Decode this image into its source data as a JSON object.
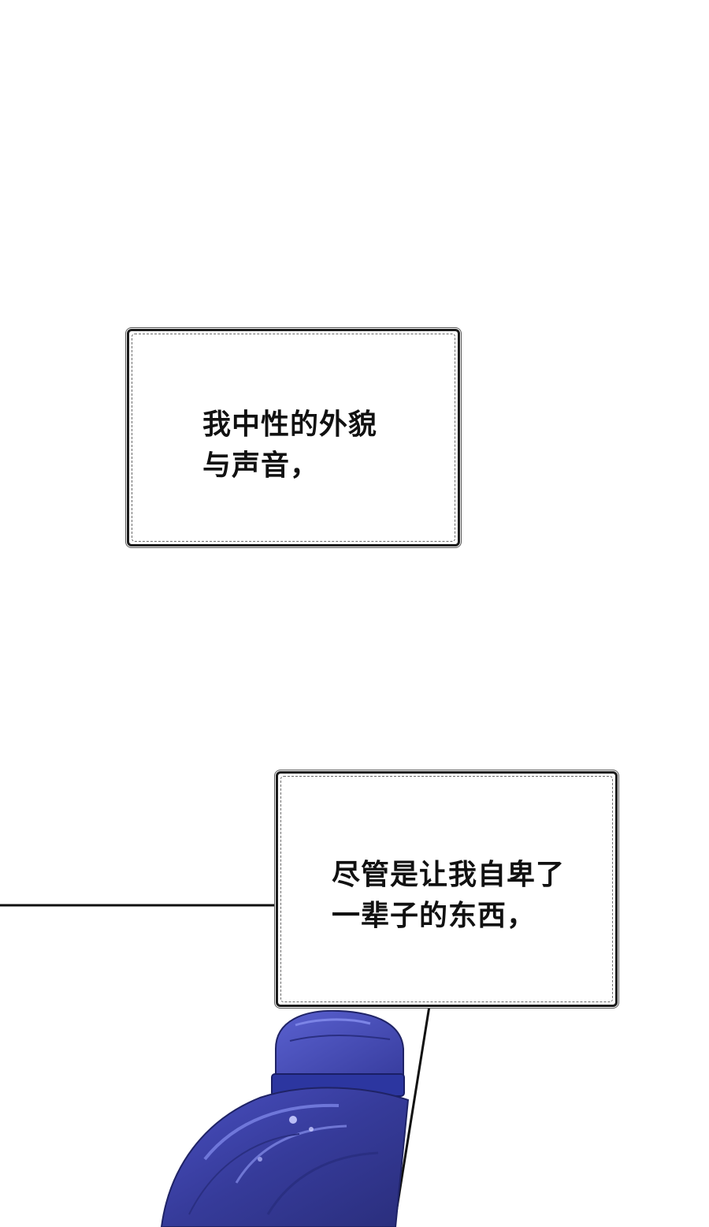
{
  "panel": {
    "background_color": "#ffffff",
    "captions": [
      {
        "line1": "我中性的外貌",
        "line2": "与声音，"
      },
      {
        "line1": "尽管是让我自卑了",
        "line2": "一辈子的东西，"
      }
    ],
    "character": {
      "hair_color": "#3b3fa8",
      "headband_color": "#2c36a0"
    }
  }
}
